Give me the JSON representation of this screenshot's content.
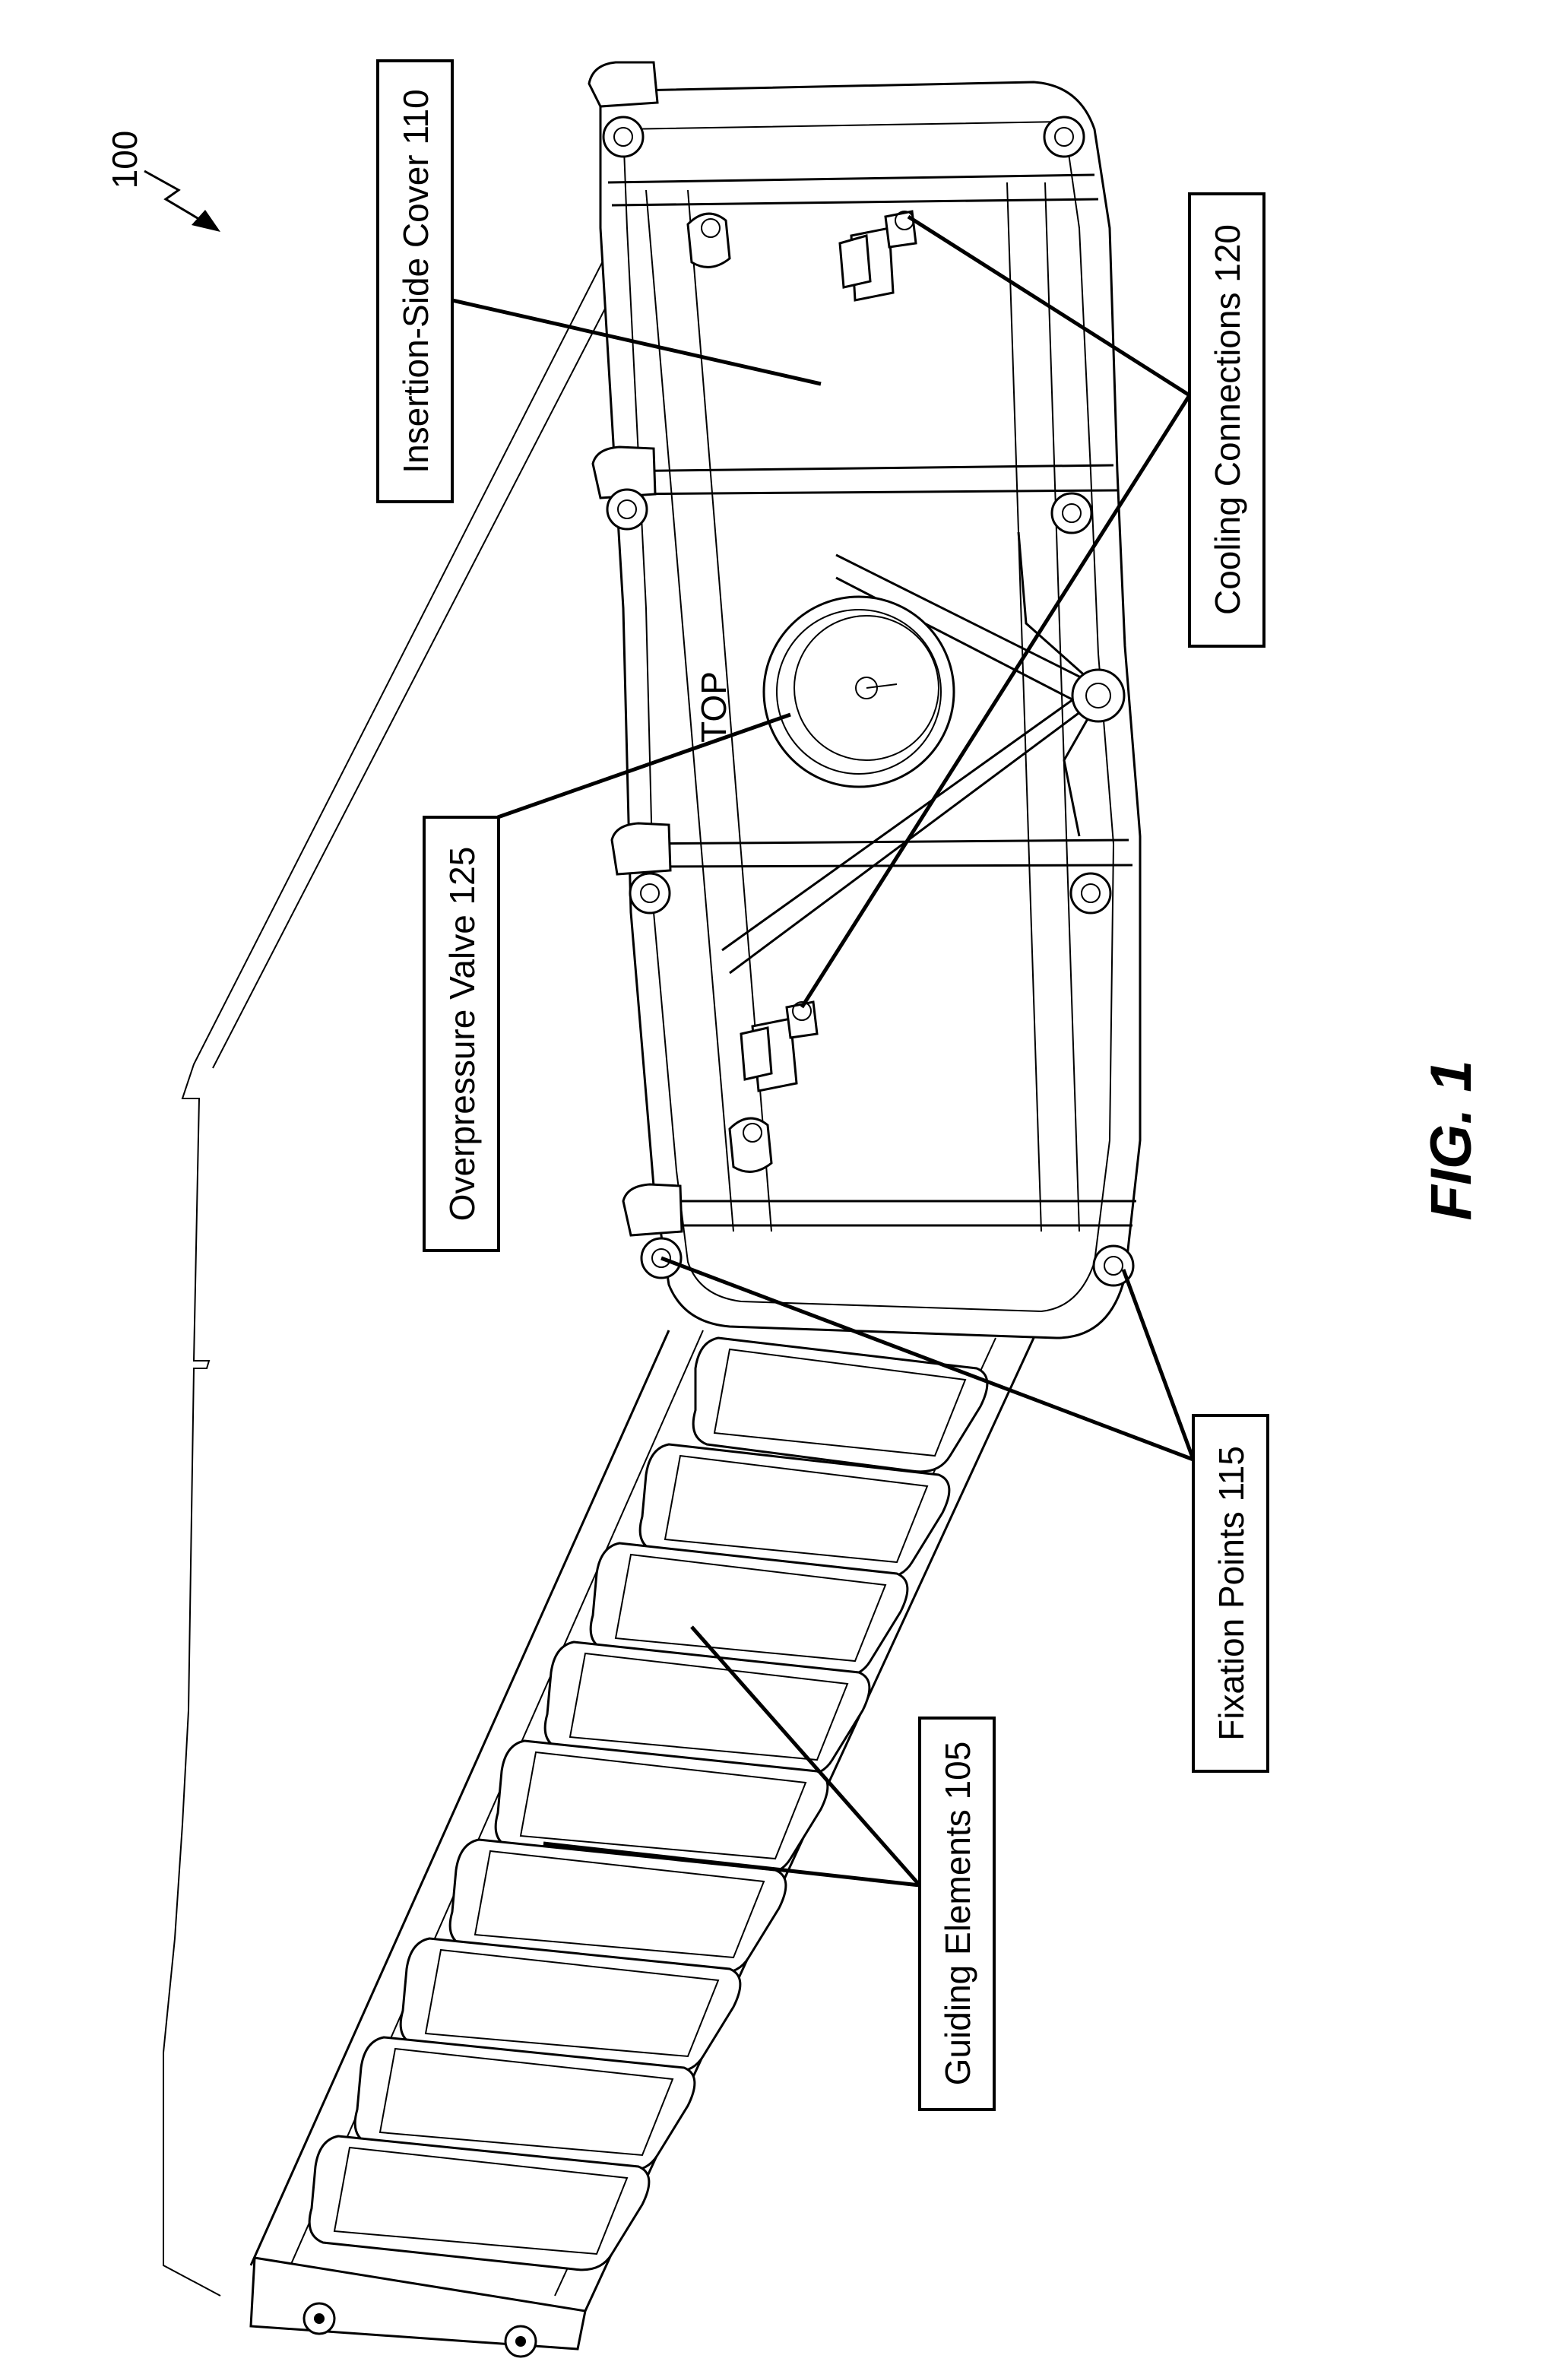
{
  "figure": {
    "ref_number": "100",
    "caption": "FIG. 1",
    "embossed_text": "TOP"
  },
  "callouts": {
    "insertion_side_cover": "Insertion-Side Cover 110",
    "cooling_connections": "Cooling Connections 120",
    "overpressure_valve": "Overpressure Valve 125",
    "fixation_points": "Fixation Points 115",
    "guiding_elements": "Guiding Elements 105"
  }
}
